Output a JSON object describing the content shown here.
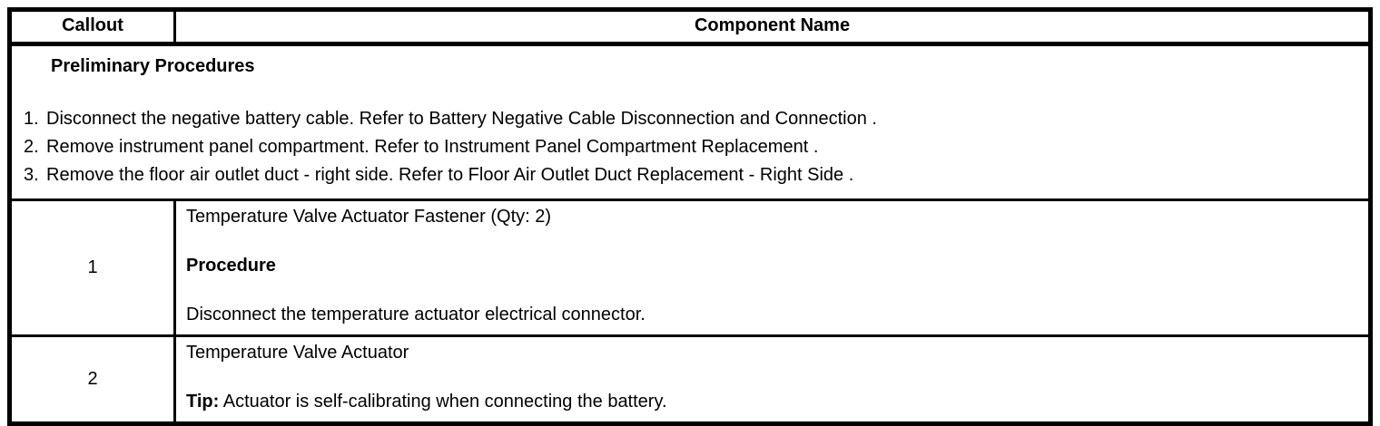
{
  "colors": {
    "border": "#000000",
    "text": "#000000",
    "background": "#ffffff"
  },
  "table": {
    "header": {
      "callout_label": "Callout",
      "component_label": "Component Name"
    },
    "preliminary": {
      "title": "Preliminary Procedures",
      "steps": [
        {
          "num": "1.",
          "text": "Disconnect the negative battery cable. Refer to Battery Negative Cable Disconnection and Connection ."
        },
        {
          "num": "2.",
          "text": "Remove instrument panel compartment. Refer to Instrument Panel Compartment Replacement ."
        },
        {
          "num": "3.",
          "text": "Remove the floor air outlet duct - right side. Refer to Floor Air Outlet Duct Replacement - Right Side ."
        }
      ]
    },
    "rows": [
      {
        "callout": "1",
        "component": "Temperature Valve Actuator Fastener (Qty: 2)",
        "subheading": "Procedure",
        "detail": "Disconnect the temperature actuator electrical connector."
      },
      {
        "callout": "2",
        "component": "Temperature Valve Actuator",
        "tip_label": "Tip:",
        "tip_text": "Actuator is self-calibrating when connecting the battery."
      }
    ]
  }
}
